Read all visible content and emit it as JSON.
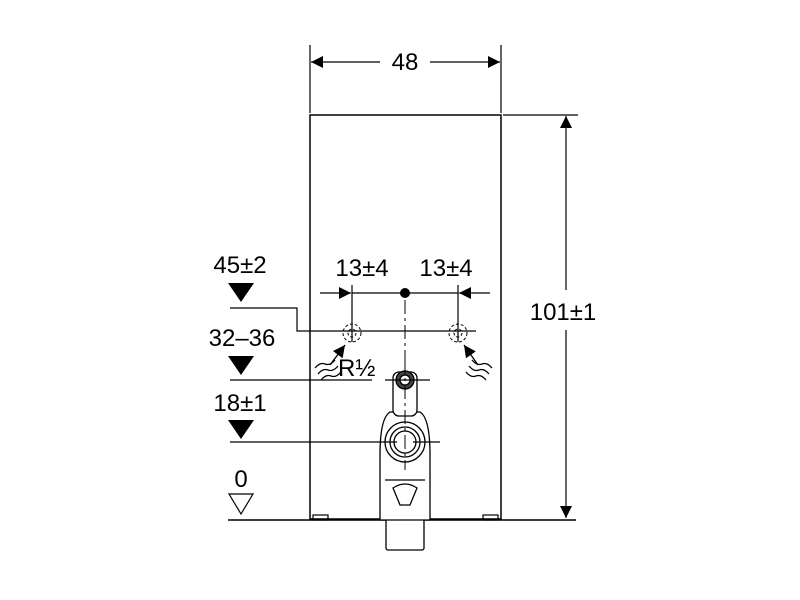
{
  "dimensions": {
    "width": "48",
    "height": "101±1",
    "offset_left": "13±4",
    "offset_right": "13±4",
    "thread": "R½"
  },
  "levels": [
    {
      "label": "45±2",
      "filled": true
    },
    {
      "label": "32–36",
      "filled": true
    },
    {
      "label": "18±1",
      "filled": true
    },
    {
      "label": "0",
      "filled": false
    }
  ]
}
